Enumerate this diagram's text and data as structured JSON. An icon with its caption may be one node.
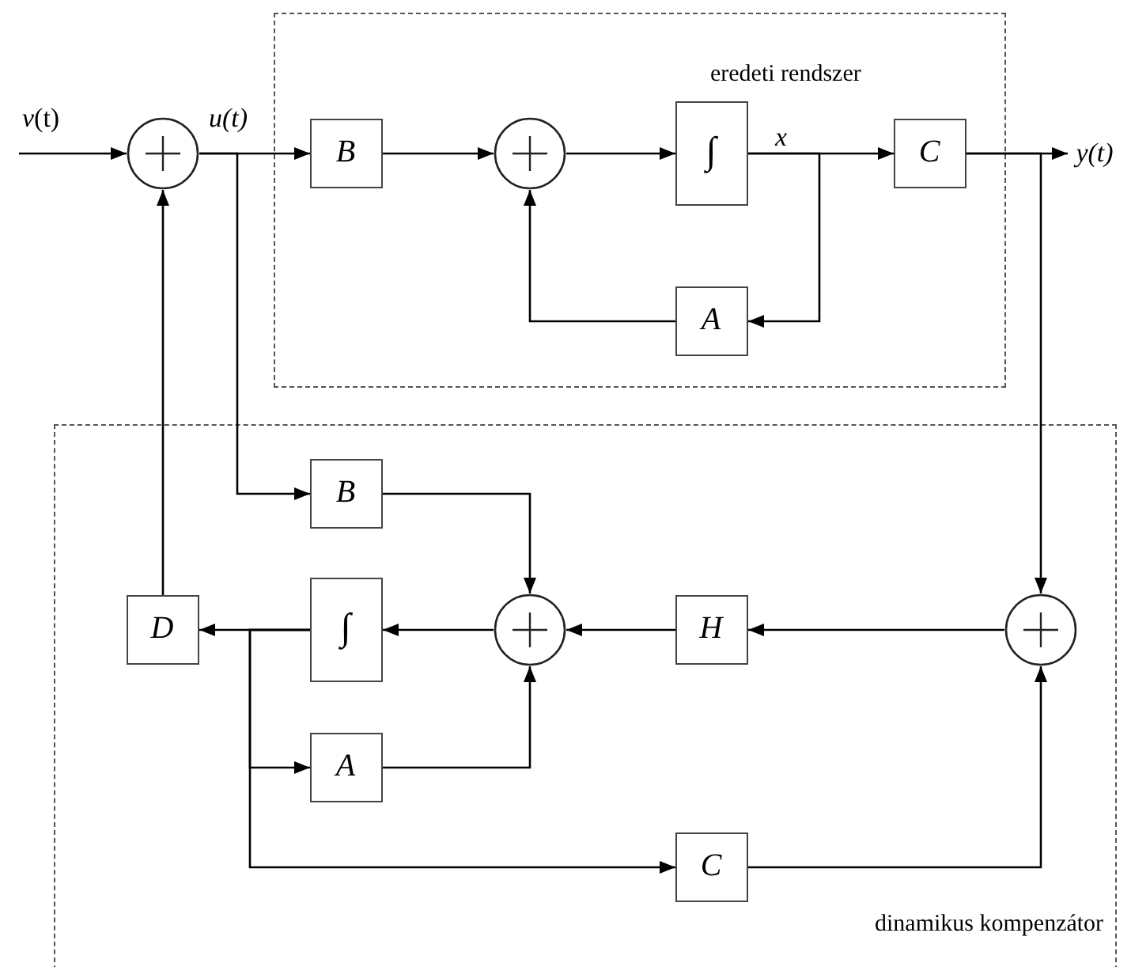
{
  "diagram": {
    "nodes": [
      {
        "text": [
          "eredeti rendszer"
        ]
      },
      {
        "text": [
          "dinamikus kompenzátor"
        ]
      },
      {
        "text": [],
        "shape": "circle"
      },
      {
        "text": [
          "B"
        ],
        "in": 0
      },
      {
        "text": [],
        "shape": "circle",
        "in": 0
      },
      {
        "text": [
          "∫"
        ],
        "in": 0
      },
      {
        "text": [
          "C"
        ],
        "in": 0
      },
      {
        "text": [
          "A"
        ],
        "in": 0
      },
      {
        "text": [
          "B"
        ],
        "in": 1
      },
      {
        "text": [
          "D"
        ],
        "in": 1
      },
      {
        "text": [
          "∫"
        ],
        "in": 1
      },
      {
        "text": [],
        "shape": "circle",
        "in": 1
      },
      {
        "text": [
          "H"
        ],
        "in": 1
      },
      {
        "text": [],
        "shape": "circle",
        "in": 1
      },
      {
        "text": [
          "A"
        ],
        "in": 1
      },
      {
        "text": [
          "C"
        ],
        "in": 1
      },
      {
        "text": [
          "y(t)"
        ]
      }
    ],
    "edges": [
      {
        "from": null,
        "to": 2,
        "arrow": "to",
        "label": "*v*(t)"
      },
      {
        "from": 2,
        "to": 3,
        "arrow": "to",
        "label": "u(t)"
      },
      {
        "from": 2,
        "to": 8,
        "arrow": "to"
      },
      {
        "from": 3,
        "to": 4,
        "arrow": "to"
      },
      {
        "from": 4,
        "to": 5,
        "arrow": "to"
      },
      {
        "from": 5,
        "to": 6,
        "arrow": "to",
        "label": "x"
      },
      {
        "from": 5,
        "to": 7,
        "arrow": "to"
      },
      {
        "from": 7,
        "to": 4,
        "arrow": "to"
      },
      {
        "from": 6,
        "to": 16,
        "arrow": "to"
      },
      {
        "from": 6,
        "to": 13,
        "arrow": "to"
      },
      {
        "from": 8,
        "to": 11,
        "arrow": "to"
      },
      {
        "from": 13,
        "to": 12,
        "arrow": "to"
      },
      {
        "from": 12,
        "to": 11,
        "arrow": "to"
      },
      {
        "from": 11,
        "to": 10,
        "arrow": "to"
      },
      {
        "from": 10,
        "to": 9,
        "arrow": "to"
      },
      {
        "from": 10,
        "to": 14,
        "arrow": "to"
      },
      {
        "from": 10,
        "to": 15,
        "arrow": "to"
      },
      {
        "from": 14,
        "to": 11,
        "arrow": "to"
      },
      {
        "from": 15,
        "to": 13,
        "arrow": "to"
      },
      {
        "from": 9,
        "to": 2,
        "arrow": "to"
      }
    ]
  }
}
